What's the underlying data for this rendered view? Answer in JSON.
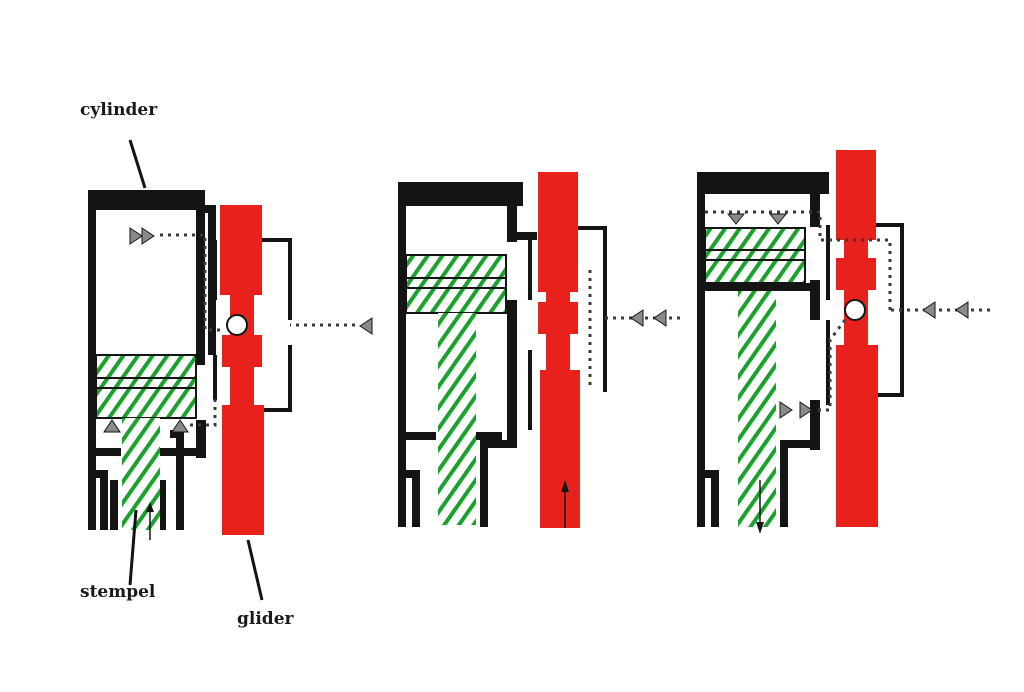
{
  "labels": {
    "cylinder": "cylinder",
    "stempel": "stempel",
    "glider": "glider"
  },
  "colors": {
    "housing": "#141414",
    "glider": "#e8211c",
    "piston_hatch": "#1aa12e",
    "flow_dots": "#3a3a3a",
    "arrowhead": "#8a8a8a",
    "background": "#ffffff"
  },
  "panels": [
    {
      "id": "stage-1",
      "piston_position": "low",
      "glider_position": "low",
      "rod_motion": "up"
    },
    {
      "id": "stage-2",
      "piston_position": "high",
      "glider_position": "high",
      "rod_motion": "up"
    },
    {
      "id": "stage-3",
      "piston_position": "high",
      "glider_position": "top",
      "rod_motion": "down"
    }
  ]
}
